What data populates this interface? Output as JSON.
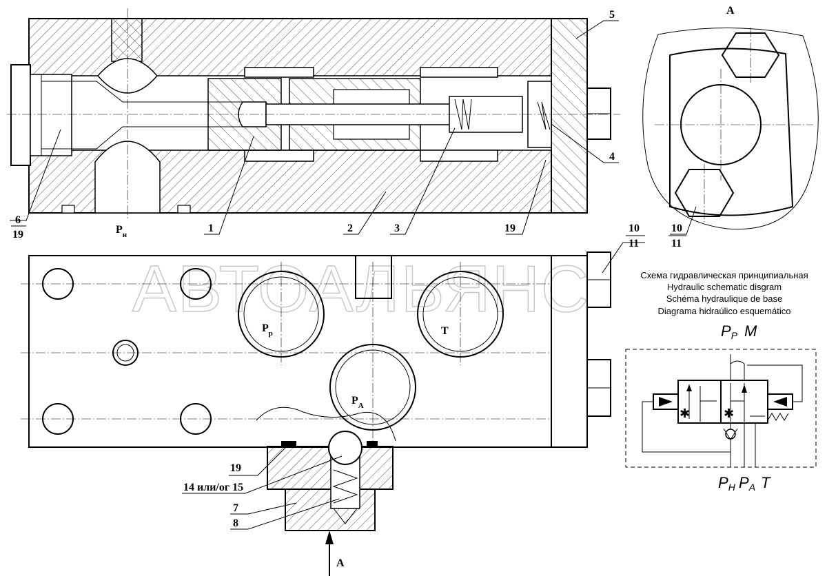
{
  "watermark": "АВТОАЛЬЯНС",
  "views": {
    "section_label": "А",
    "arrow_label": "А"
  },
  "callouts": {
    "c1": "1",
    "c2": "2",
    "c3": "3",
    "c4": "4",
    "c5": "5",
    "c6": "6",
    "c7": "7",
    "c8": "8",
    "c10a": "10",
    "c11a": "11",
    "c10b": "10",
    "c11b": "11",
    "c19a": "19",
    "c19b": "19",
    "c19c": "19",
    "c14": "14 или/ог 15"
  },
  "ports": {
    "pn_main": "Р",
    "pn_sub": "н",
    "pp_main": "Р",
    "pp_sub": "р",
    "t": "Т",
    "pa_main": "Р",
    "pa_sub": "А"
  },
  "schematic": {
    "captions": [
      "Схема гидравлическая принципиальная",
      "Hydraulic schematic disgram",
      "Schéma hydraulique de base",
      "Diagrama hidraúlico esquemático"
    ],
    "top_p": "P",
    "top_p_sub": "P",
    "top_m": "M",
    "bot_p1": "P",
    "bot_p1_sub": "H",
    "bot_p2": "P",
    "bot_p2_sub": "A",
    "bot_t": "T"
  }
}
